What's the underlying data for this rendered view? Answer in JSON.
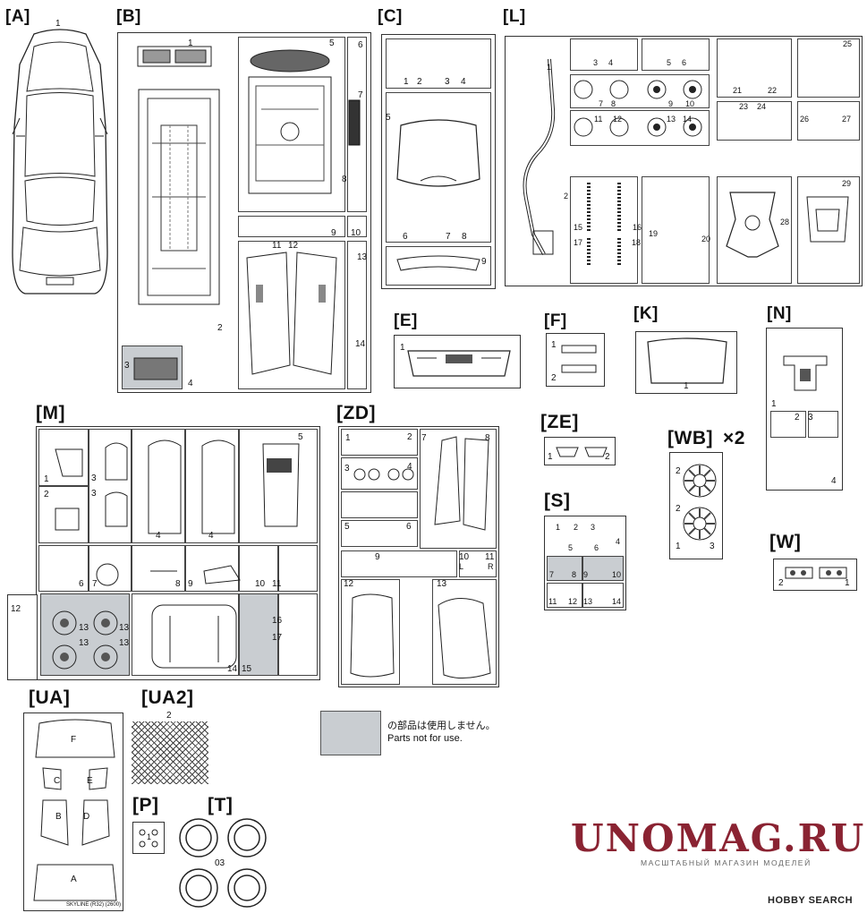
{
  "sprues": {
    "A": {
      "label": "[A]",
      "parts": [
        "1"
      ]
    },
    "B": {
      "label": "[B]",
      "parts": [
        "1",
        "2",
        "3",
        "4",
        "5",
        "6",
        "7",
        "8",
        "9",
        "10",
        "11",
        "12",
        "13",
        "14"
      ]
    },
    "C": {
      "label": "[C]",
      "parts": [
        "1",
        "2",
        "3",
        "4",
        "5",
        "6",
        "7",
        "8",
        "9"
      ]
    },
    "L": {
      "label": "[L]",
      "parts": [
        "1",
        "2",
        "3",
        "4",
        "5",
        "6",
        "7",
        "8",
        "9",
        "10",
        "11",
        "12",
        "13",
        "14",
        "15",
        "16",
        "17",
        "18",
        "19",
        "20",
        "21",
        "22",
        "23",
        "24",
        "25",
        "26",
        "27",
        "28",
        "29"
      ]
    },
    "E": {
      "label": "[E]",
      "parts": [
        "1"
      ]
    },
    "F": {
      "label": "[F]",
      "parts": [
        "1",
        "2"
      ]
    },
    "K": {
      "label": "[K]",
      "parts": [
        "1"
      ]
    },
    "N": {
      "label": "[N]",
      "parts": [
        "1",
        "2",
        "3",
        "4"
      ]
    },
    "M": {
      "label": "[M]",
      "parts": [
        "1",
        "2",
        "3",
        "3",
        "4",
        "4",
        "5",
        "6",
        "7",
        "8",
        "9",
        "10",
        "11",
        "12",
        "13",
        "13",
        "13",
        "13",
        "14",
        "15",
        "16",
        "17"
      ]
    },
    "ZD": {
      "label": "[ZD]",
      "parts": [
        "1",
        "2",
        "3",
        "4",
        "5",
        "6",
        "7",
        "8",
        "9",
        "10",
        "L",
        "11",
        "R",
        "12",
        "13"
      ]
    },
    "ZE": {
      "label": "[ZE]",
      "parts": [
        "1",
        "2"
      ]
    },
    "WB": {
      "label": "[WB]",
      "multiplier": "×2",
      "parts": [
        "2",
        "2",
        "1",
        "3"
      ]
    },
    "S": {
      "label": "[S]",
      "parts": [
        "1",
        "2",
        "3",
        "4",
        "5",
        "6",
        "7",
        "8",
        "9",
        "10",
        "11",
        "12",
        "13",
        "14"
      ]
    },
    "W": {
      "label": "[W]",
      "parts": [
        "2",
        "1"
      ]
    },
    "UA": {
      "label": "[UA]",
      "parts": [
        "F",
        "C",
        "E",
        "B",
        "D",
        "A"
      ],
      "footer": "SKYLINE (R32)  (2600)"
    },
    "UA2": {
      "label": "[UA2]",
      "parts": [
        "2"
      ]
    },
    "P": {
      "label": "[P]",
      "parts": [
        "1"
      ]
    },
    "T": {
      "label": "[T]",
      "parts": [
        "03"
      ]
    }
  },
  "legend": {
    "jp": "の部品は使用しません。",
    "en": "Parts not for use.",
    "swatch_color": "#c9cdd1"
  },
  "watermark": {
    "title": "UNOMAG.RU",
    "subtitle": "МАСШТАБНЫЙ МАГАЗИН МОДЕЛЕЙ",
    "color": "#8a2332"
  },
  "credit": {
    "text": "HOBBY SEARCH"
  }
}
